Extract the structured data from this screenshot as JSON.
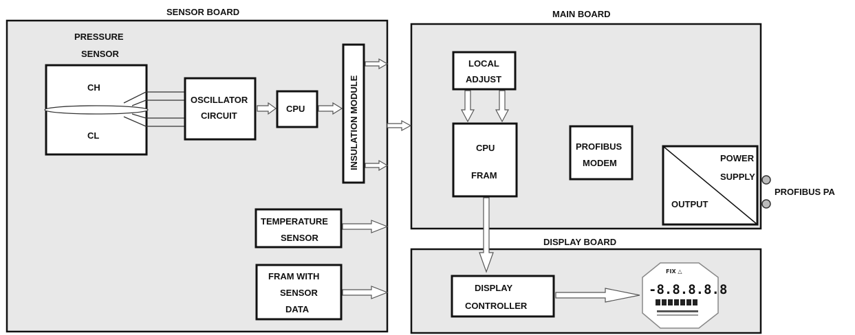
{
  "boards": {
    "sensor": "SENSOR BOARD",
    "main": "MAIN BOARD",
    "display": "DISPLAY BOARD"
  },
  "blocks": {
    "pressure_sensor_1": "PRESSURE",
    "pressure_sensor_2": "SENSOR",
    "ch": "CH",
    "cl": "CL",
    "oscillator_1": "OSCILLATOR",
    "oscillator_2": "CIRCUIT",
    "cpu": "CPU",
    "insulation": "INSULATION MODULE",
    "temperature_1": "TEMPERATURE",
    "temperature_2": "SENSOR",
    "fram_1": "FRAM WITH",
    "fram_2": "SENSOR",
    "fram_3": "DATA",
    "local_adjust_1": "LOCAL",
    "local_adjust_2": "ADJUST",
    "cpu_fram_1": "CPU",
    "cpu_fram_2": "FRAM",
    "profibus_modem_1": "PROFIBUS",
    "profibus_modem_2": "MODEM",
    "power_supply_1": "POWER",
    "power_supply_2": "SUPPLY",
    "output": "OUTPUT",
    "display_controller_1": "DISPLAY",
    "display_controller_2": "CONTROLLER",
    "profibus_pa": "PROFIBUS PA"
  },
  "lcd": {
    "digits": "-8.8.8.8.8",
    "symbols": "FIX  △"
  }
}
